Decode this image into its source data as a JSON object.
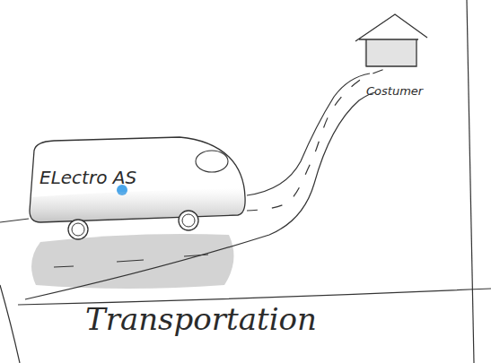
{
  "diagram": {
    "nodes": [
      {
        "text": [
          "ELectro AS"
        ]
      },
      {
        "text": [
          "Costumer"
        ]
      }
    ],
    "edges": [
      {
        "from": 0,
        "to": 1,
        "arrow": "none"
      }
    ],
    "labels": [
      "Transportation"
    ]
  }
}
